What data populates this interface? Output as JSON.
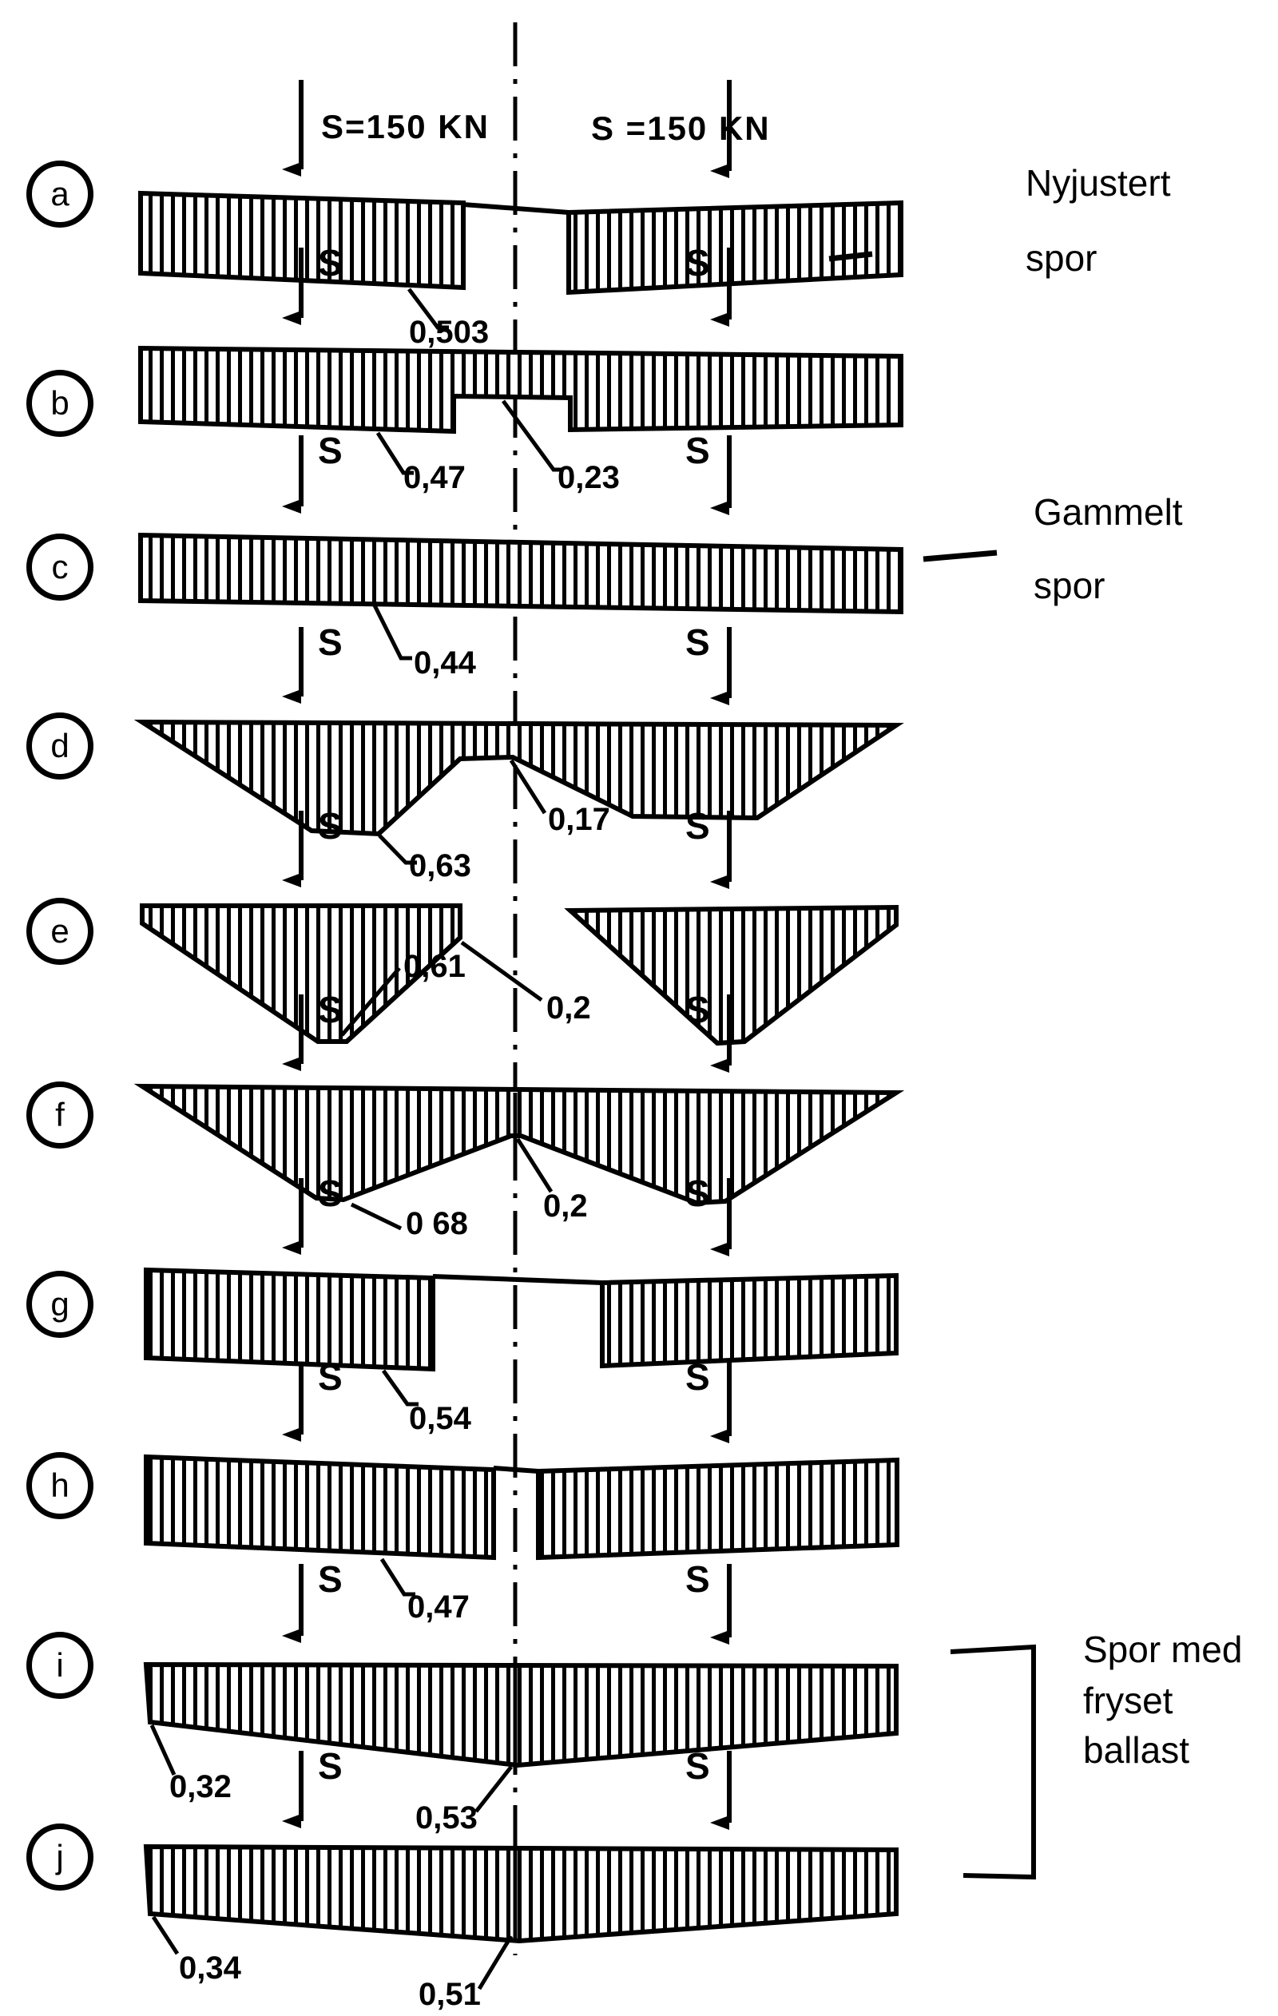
{
  "figure": {
    "description_values_unit": "settlement values",
    "rows": [
      {
        "id": "a",
        "left_load": "S=150 KN",
        "right_load": "S =150 KN",
        "values": [
          "0,503"
        ]
      },
      {
        "id": "b",
        "left_load": "S",
        "right_load": "S",
        "values": [
          "0,47",
          "0,23"
        ]
      },
      {
        "id": "c",
        "left_load": "S",
        "right_load": "S",
        "values": [
          "0,44"
        ]
      },
      {
        "id": "d",
        "left_load": "S",
        "right_load": "S",
        "values": [
          "0,63",
          "0,17"
        ]
      },
      {
        "id": "e",
        "left_load": "S",
        "right_load": "S",
        "values": [
          "0,61",
          "0,2"
        ]
      },
      {
        "id": "f",
        "left_load": "S",
        "right_load": "S",
        "values": [
          "0 68",
          "0,2"
        ]
      },
      {
        "id": "g",
        "left_load": "S",
        "right_load": "S",
        "values": [
          "0,54"
        ]
      },
      {
        "id": "h",
        "left_load": "S",
        "right_load": "S",
        "values": [
          "0,47"
        ]
      },
      {
        "id": "i",
        "left_load": "S",
        "right_load": "S",
        "values": [
          "0,32",
          "0,53"
        ]
      },
      {
        "id": "j",
        "left_load": "S",
        "right_load": "S",
        "values": [
          "0,34",
          "0,51"
        ]
      }
    ],
    "annotations": {
      "nyjustert": {
        "line1": "Nyjustert",
        "line2": "spor"
      },
      "gammelt": {
        "line1": "Gammelt",
        "line2": "spor"
      },
      "fryset": {
        "line1": "Spor med",
        "line2": "fryset",
        "line3": "ballast"
      }
    },
    "colors": {
      "ink": "#000000",
      "paper": "#ffffff"
    }
  }
}
